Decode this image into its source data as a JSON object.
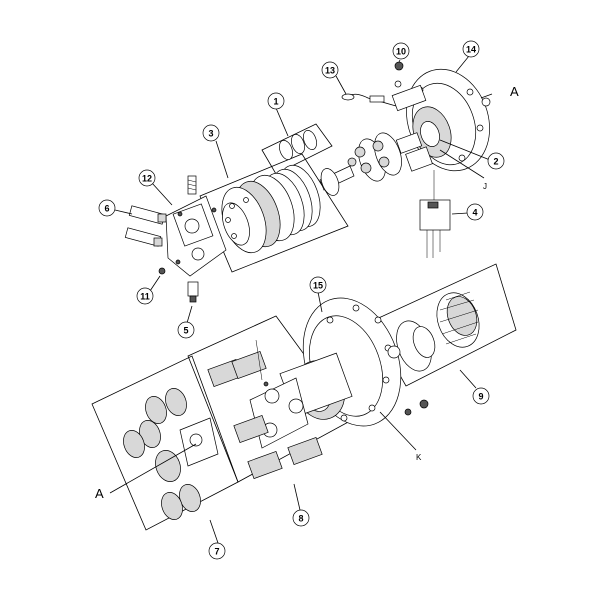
{
  "callouts": {
    "c1": "1",
    "c2": "2",
    "c3": "3",
    "c4": "4",
    "c5": "5",
    "c6": "6",
    "c7": "7",
    "c8": "8",
    "c9": "9",
    "c10": "10",
    "c11": "11",
    "c12": "12",
    "c13": "13",
    "c14": "14",
    "c15": "15"
  },
  "letters": {
    "A_top": "A",
    "A_bottom": "A",
    "J": "J",
    "K": "K"
  }
}
